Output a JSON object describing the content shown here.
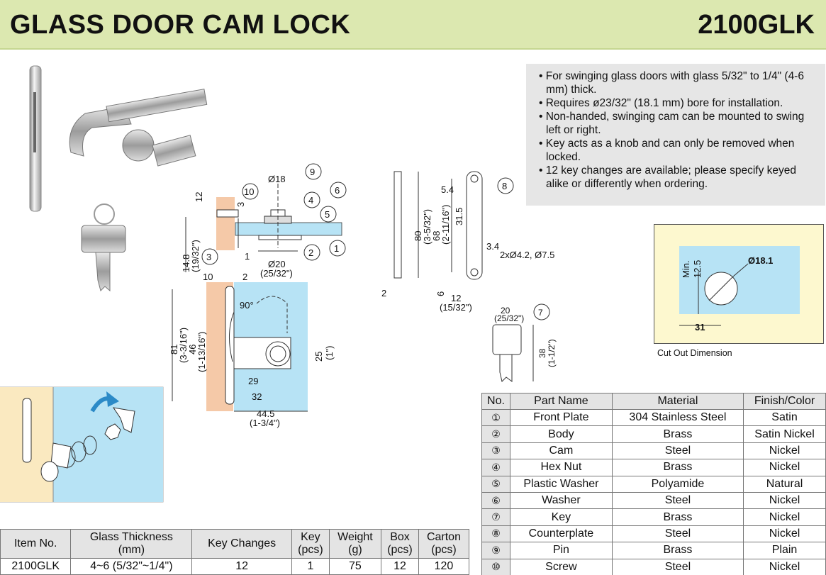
{
  "header": {
    "title": "GLASS DOOR CAM LOCK",
    "model": "2100GLK"
  },
  "features": [
    "For swinging glass doors with glass 5/32\" to 1/4\" (4-6 mm) thick.",
    "Requires ø23/32\" (18.1 mm) bore for installation.",
    "Non-handed, swinging cam can be mounted to swing left or right.",
    "Key acts as a knob and can only be removed when locked.",
    "12 key changes are available; please specify keyed alike or differently when ordering."
  ],
  "cutout": {
    "caption": "Cut Out Dimension",
    "diameter": "Ø18.1",
    "min_label": "Min.",
    "min_value": "12.5",
    "width": "31"
  },
  "drawing_labels": {
    "top": [
      "12",
      "3",
      "Ø18",
      "9",
      "10",
      "4",
      "6",
      "5",
      "14.8",
      "(19/32\")",
      "3",
      "1",
      "2",
      "1",
      "Ø20",
      "(25/32\")"
    ],
    "front": [
      "10",
      "2",
      "90°",
      "81",
      "(3-3/16\")",
      "46",
      "(1-13/16\")",
      "25",
      "(1\")",
      "29",
      "32",
      "44.5",
      "(1-3/4\")"
    ],
    "plate": [
      "80",
      "(3-5/32\")",
      "68",
      "(2-11/16\")",
      "5.4",
      "31.5",
      "8",
      "3.4",
      "2xØ4.2, Ø7.5",
      "2",
      "6",
      "12",
      "(15/32\")"
    ],
    "key": [
      "20",
      "(25/32\")",
      "7",
      "38",
      "(1-1/2\")"
    ]
  },
  "parts_table": {
    "headers": [
      "No.",
      "Part Name",
      "Material",
      "Finish/Color"
    ],
    "rows": [
      [
        "①",
        "Front Plate",
        "304 Stainless Steel",
        "Satin"
      ],
      [
        "②",
        "Body",
        "Brass",
        "Satin Nickel"
      ],
      [
        "③",
        "Cam",
        "Steel",
        "Nickel"
      ],
      [
        "④",
        "Hex Nut",
        "Brass",
        "Nickel"
      ],
      [
        "⑤",
        "Plastic Washer",
        "Polyamide",
        "Natural"
      ],
      [
        "⑥",
        "Washer",
        "Steel",
        "Nickel"
      ],
      [
        "⑦",
        "Key",
        "Brass",
        "Nickel"
      ],
      [
        "⑧",
        "Counterplate",
        "Steel",
        "Nickel"
      ],
      [
        "⑨",
        "Pin",
        "Brass",
        "Plain"
      ],
      [
        "⑩",
        "Screw",
        "Steel",
        "Nickel"
      ]
    ]
  },
  "spec_table": {
    "headers": [
      "Item No.",
      "Glass Thickness (mm)",
      "Key Changes",
      "Key (pcs)",
      "Weight (g)",
      "Box (pcs)",
      "Carton (pcs)"
    ],
    "header_lines": [
      [
        "Item No."
      ],
      [
        "Glass Thickness",
        "(mm)"
      ],
      [
        "Key Changes"
      ],
      [
        "Key",
        "(pcs)"
      ],
      [
        "Weight",
        "(g)"
      ],
      [
        "Box",
        "(pcs)"
      ],
      [
        "Carton",
        "(pcs)"
      ]
    ],
    "row": [
      "2100GLK",
      "4~6 (5/32\"~1/4\")",
      "12",
      "1",
      "75",
      "12",
      "120"
    ]
  },
  "colors": {
    "header_bg": "#dce8b0",
    "glass_blue": "#b7e3f5",
    "wood_tan": "#f5c9a8",
    "cutout_bg": "#fdf8cf",
    "table_header": "#e4e4e4"
  }
}
